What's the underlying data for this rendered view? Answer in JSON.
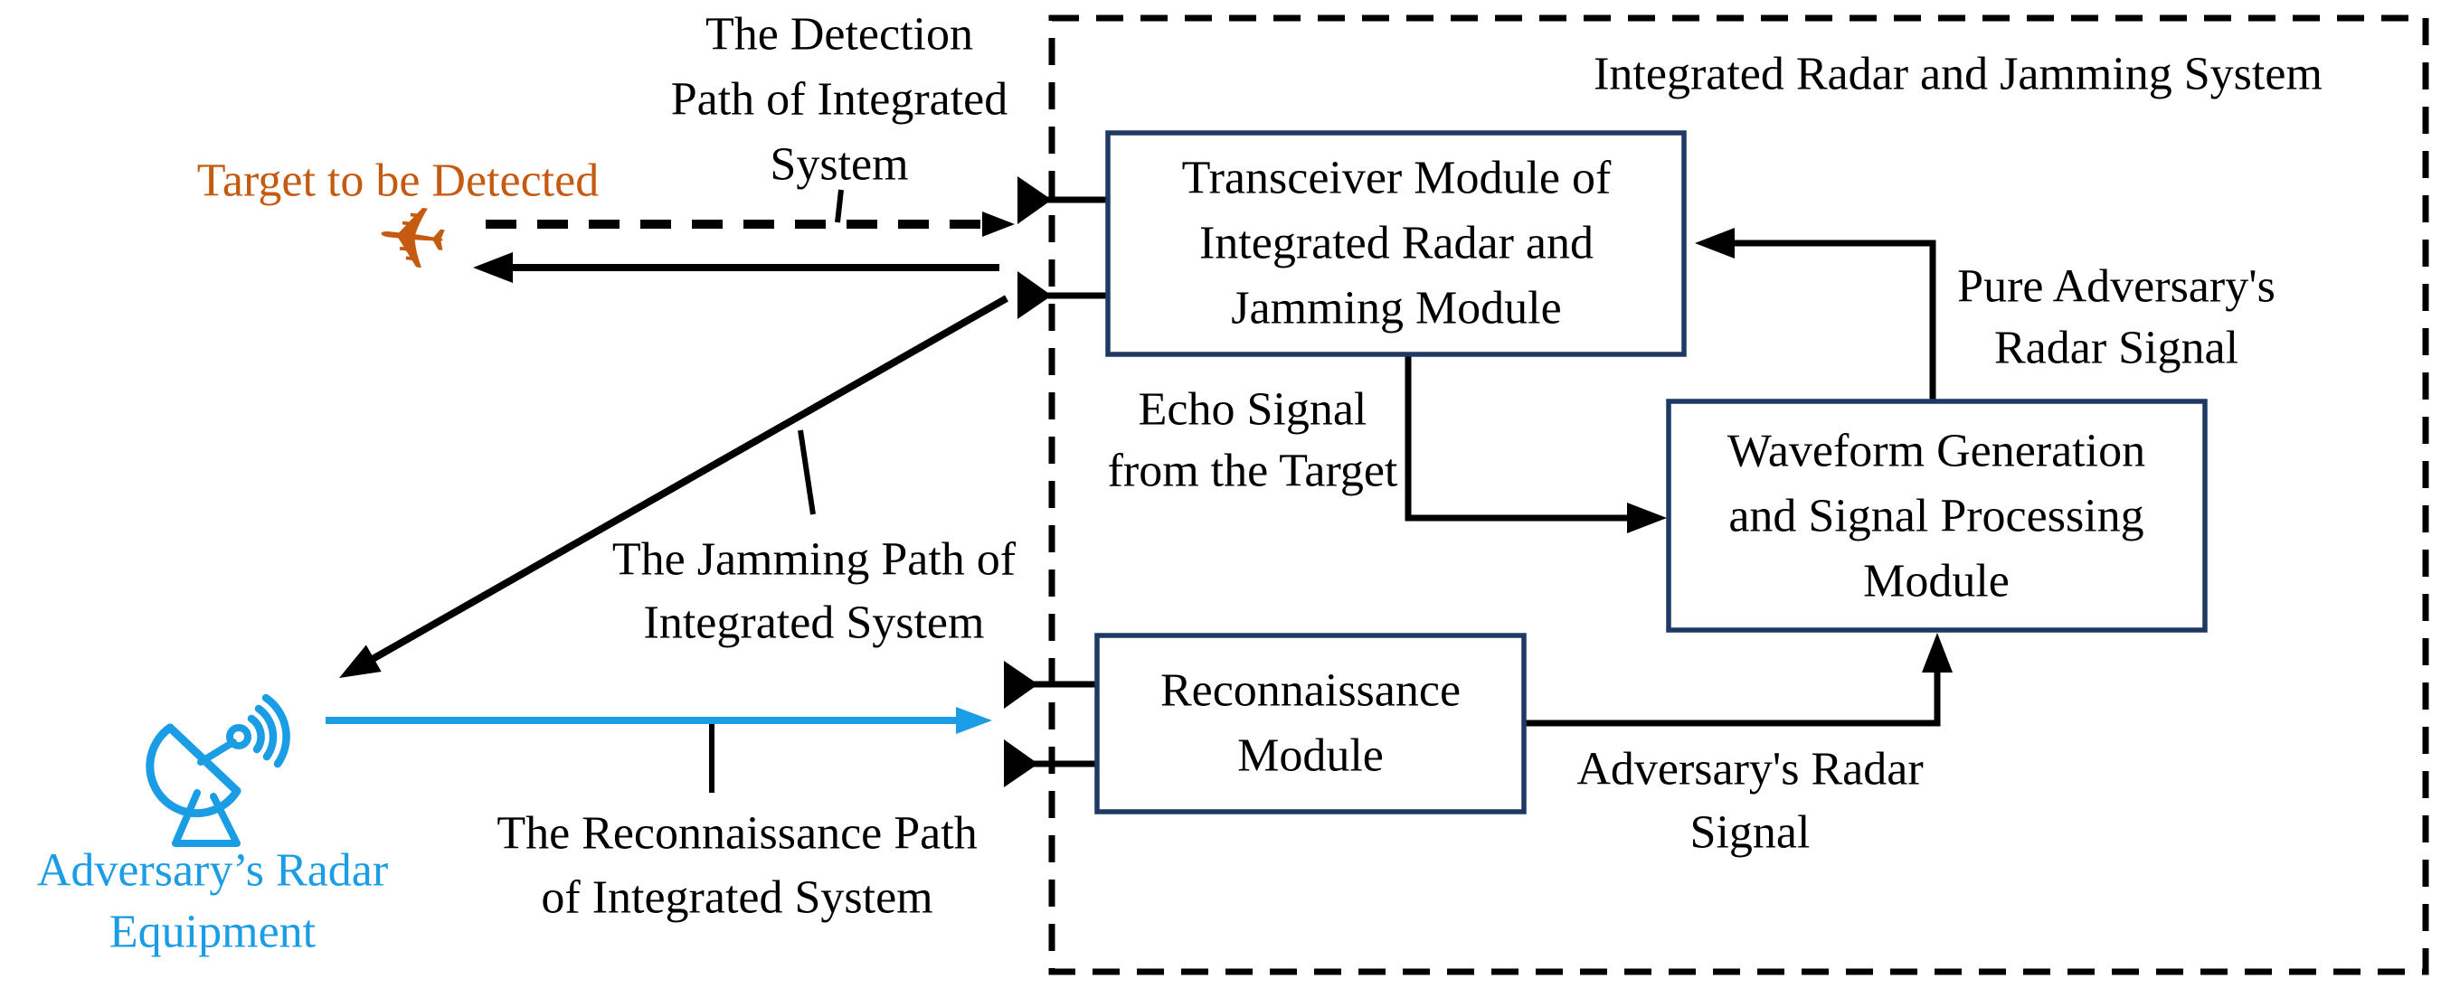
{
  "colors": {
    "orange": "#C55A11",
    "blue": "#1B9DE6",
    "navy": "#1F3864",
    "black": "#000000"
  },
  "title": "Integrated Radar and Jamming System",
  "boxes": {
    "transceiver": {
      "lines": [
        "Transceiver Module of",
        "Integrated Radar and",
        "Jamming Module"
      ]
    },
    "waveform": {
      "lines": [
        "Waveform Generation",
        "and Signal Processing",
        "Module"
      ]
    },
    "reconnaissance": {
      "lines": [
        "Reconnaissance",
        "Module"
      ]
    }
  },
  "actors": {
    "target": {
      "label": "Target to be Detected"
    },
    "adversary_radar": {
      "lines": [
        "Adversary’s Radar",
        "Equipment"
      ]
    }
  },
  "path_labels": {
    "detection": {
      "lines": [
        "The Detection",
        "Path of Integrated",
        "System"
      ]
    },
    "jamming": {
      "lines": [
        "The Jamming Path of",
        "Integrated System"
      ]
    },
    "reconnaissance": {
      "lines": [
        "The Reconnaissance Path",
        "of Integrated System"
      ]
    }
  },
  "signal_labels": {
    "echo": {
      "lines": [
        "Echo Signal",
        "from the Target"
      ]
    },
    "pure_adversary": {
      "lines": [
        "Pure Adversary's",
        "Radar Signal"
      ]
    },
    "adversary": {
      "lines": [
        "Adversary's Radar",
        "Signal"
      ]
    }
  },
  "icons": {
    "airplane_glyph": "✈",
    "airplane": "airplane-icon",
    "radar_dish": "radar-dish-icon",
    "antenna": "antenna-icon"
  }
}
